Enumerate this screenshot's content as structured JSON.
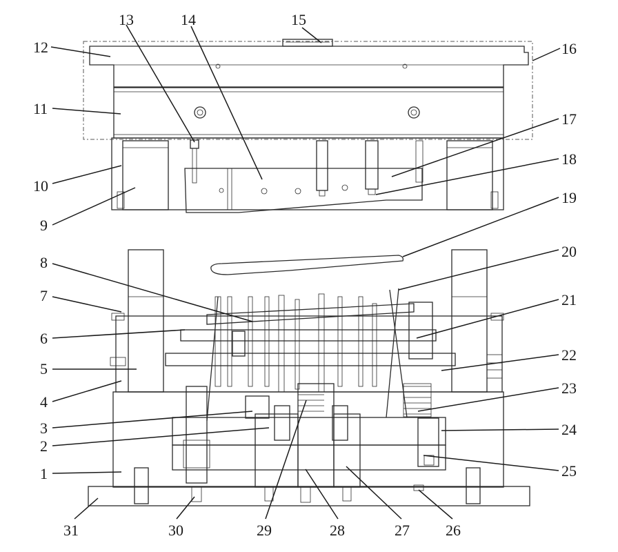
{
  "labels": {
    "n1": "1",
    "n2": "2",
    "n3": "3",
    "n4": "4",
    "n5": "5",
    "n6": "6",
    "n7": "7",
    "n8": "8",
    "n9": "9",
    "n10": "10",
    "n11": "11",
    "n12": "12",
    "n13": "13",
    "n14": "14",
    "n15": "15",
    "n16": "16",
    "n17": "17",
    "n18": "18",
    "n19": "19",
    "n20": "20",
    "n21": "21",
    "n22": "22",
    "n23": "23",
    "n24": "24",
    "n25": "25",
    "n26": "26",
    "n27": "27",
    "n28": "28",
    "n29": "29",
    "n30": "30",
    "n31": "31"
  },
  "colors": {
    "line": "#2a2a2a",
    "background": "#ffffff"
  }
}
